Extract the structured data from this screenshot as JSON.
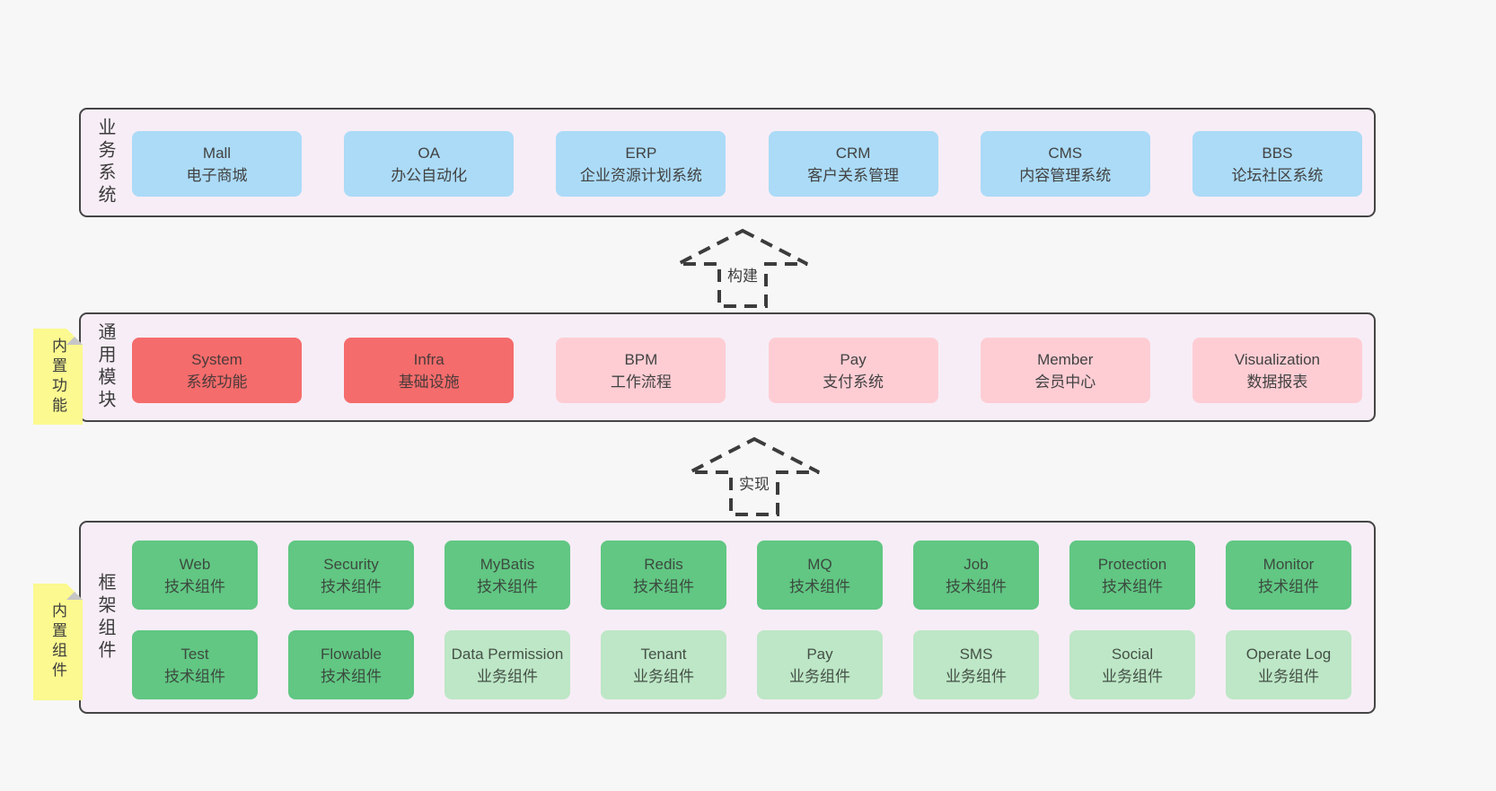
{
  "arrows": [
    {
      "label": "构建"
    },
    {
      "label": "实现"
    }
  ],
  "layers": [
    {
      "id": "business-systems",
      "side_label": "业务系统",
      "boxes": [
        {
          "name": "Mall",
          "subtitle": "电子商城"
        },
        {
          "name": "OA",
          "subtitle": "办公自动化"
        },
        {
          "name": "ERP",
          "subtitle": "企业资源计划系统"
        },
        {
          "name": "CRM",
          "subtitle": "客户关系管理"
        },
        {
          "name": "CMS",
          "subtitle": "内容管理系统"
        },
        {
          "name": "BBS",
          "subtitle": "论坛社区系统"
        }
      ]
    },
    {
      "id": "common-modules",
      "side_label": "通用模块",
      "sticky_note": "内置功能",
      "boxes": [
        {
          "name": "System",
          "subtitle": "系统功能"
        },
        {
          "name": "Infra",
          "subtitle": "基础设施"
        },
        {
          "name": "BPM",
          "subtitle": "工作流程"
        },
        {
          "name": "Pay",
          "subtitle": "支付系统"
        },
        {
          "name": "Member",
          "subtitle": "会员中心"
        },
        {
          "name": "Visualization",
          "subtitle": "数据报表"
        }
      ]
    },
    {
      "id": "framework-components",
      "side_label": "框架组件",
      "sticky_note": "内置组件",
      "rows": [
        [
          {
            "name": "Web",
            "subtitle": "技术组件"
          },
          {
            "name": "Security",
            "subtitle": "技术组件"
          },
          {
            "name": "MyBatis",
            "subtitle": "技术组件"
          },
          {
            "name": "Redis",
            "subtitle": "技术组件"
          },
          {
            "name": "MQ",
            "subtitle": "技术组件"
          },
          {
            "name": "Job",
            "subtitle": "技术组件"
          },
          {
            "name": "Protection",
            "subtitle": "技术组件"
          },
          {
            "name": "Monitor",
            "subtitle": "技术组件"
          }
        ],
        [
          {
            "name": "Test",
            "subtitle": "技术组件"
          },
          {
            "name": "Flowable",
            "subtitle": "技术组件"
          },
          {
            "name": "Data Permission",
            "subtitle": "业务组件"
          },
          {
            "name": "Tenant",
            "subtitle": "业务组件"
          },
          {
            "name": "Pay",
            "subtitle": "业务组件"
          },
          {
            "name": "SMS",
            "subtitle": "业务组件"
          },
          {
            "name": "Social",
            "subtitle": "业务组件"
          },
          {
            "name": "Operate Log",
            "subtitle": "业务组件"
          }
        ]
      ]
    }
  ],
  "colors": {
    "page_background": "#f7f7f7",
    "layer_background": "#f7edf6",
    "layer_border": "#454545",
    "blue_box": "#abdbf7",
    "red_box": "#f56c6c",
    "pink_box": "#fecdd4",
    "green_box": "#61c783",
    "light_green_box": "#bde7c6",
    "sticky_yellow": "#fbf98f",
    "sticky_fold_gray": "#c6c6c6",
    "arrow_stroke": "#3c3c3c"
  }
}
